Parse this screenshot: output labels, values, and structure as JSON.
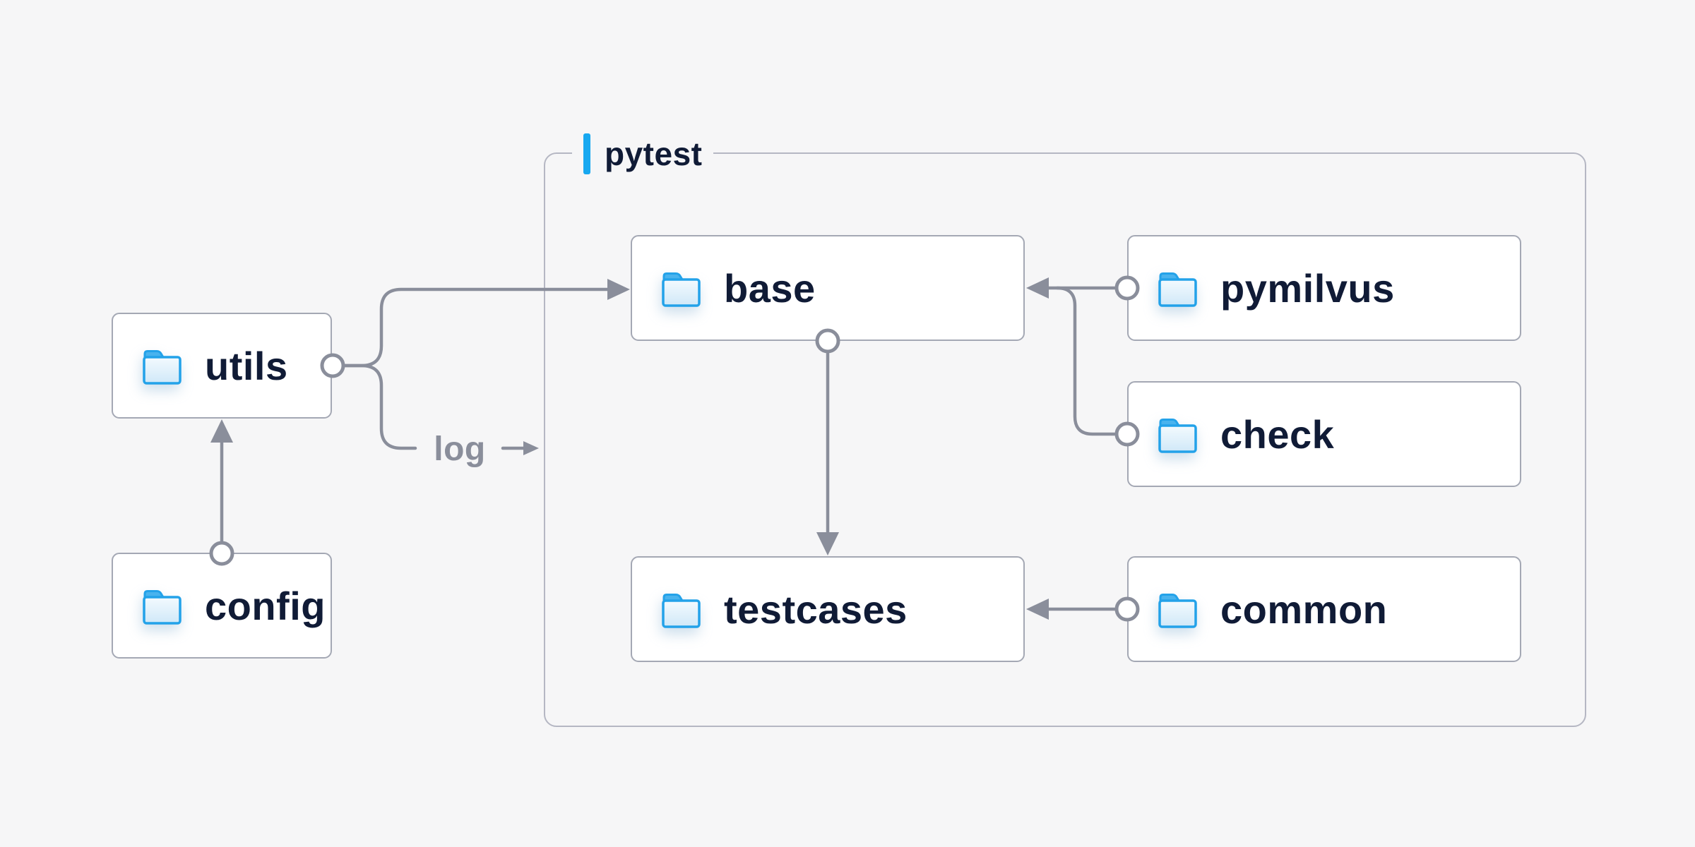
{
  "diagram": {
    "background_color": "#f6f6f7",
    "group": {
      "label": "pytest",
      "accent_color": "#17a8f0",
      "border_color": "#b5b7c3"
    },
    "nodes": [
      {
        "id": "utils",
        "label": "utils",
        "icon": "folder-icon"
      },
      {
        "id": "config",
        "label": "config",
        "icon": "folder-icon"
      },
      {
        "id": "base",
        "label": "base",
        "icon": "folder-icon"
      },
      {
        "id": "pymilvus",
        "label": "pymilvus",
        "icon": "folder-icon"
      },
      {
        "id": "check",
        "label": "check",
        "icon": "folder-icon"
      },
      {
        "id": "testcases",
        "label": "testcases",
        "icon": "folder-icon"
      },
      {
        "id": "common",
        "label": "common",
        "icon": "folder-icon"
      }
    ],
    "edges": [
      {
        "from": "config",
        "to": "utils",
        "style": "circle-tail-arrow-head",
        "label": ""
      },
      {
        "from": "utils",
        "to": "base",
        "style": "circle-tail-arrow-head",
        "label": ""
      },
      {
        "from": "utils",
        "to": "pytest-group",
        "style": "circle-tail-arrow-head",
        "label": "log"
      },
      {
        "from": "base",
        "to": "testcases",
        "style": "circle-tail-arrow-head",
        "label": ""
      },
      {
        "from": "pymilvus",
        "to": "base",
        "style": "circle-tail-arrow-head",
        "label": ""
      },
      {
        "from": "check",
        "to": "base",
        "style": "circle-tail-arrow-head",
        "label": ""
      },
      {
        "from": "common",
        "to": "testcases",
        "style": "circle-tail-arrow-head",
        "label": ""
      }
    ],
    "colors": {
      "node_background": "#ffffff",
      "node_border": "#a4a8b4",
      "node_text": "#101b36",
      "connector": "#8a8e9b",
      "edge_label_text": "#8a8e9b",
      "folder_outline": "#23a2e9",
      "folder_tab": "#49b3ee"
    }
  }
}
